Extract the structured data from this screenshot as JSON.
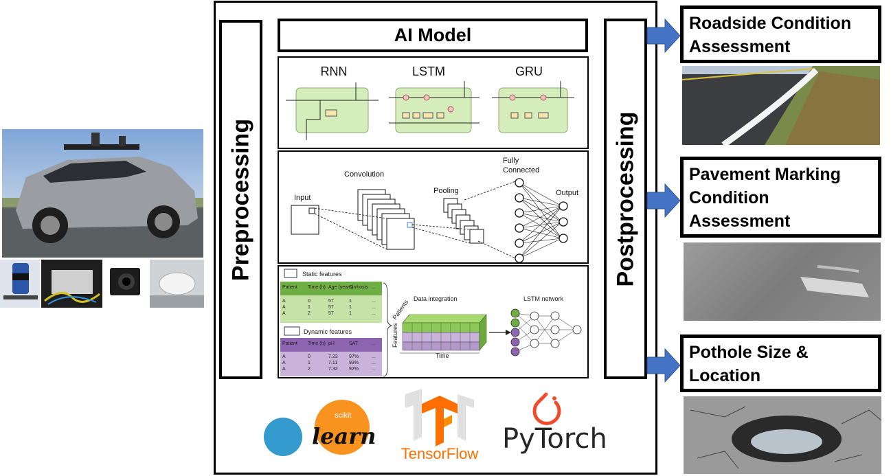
{
  "ai_model": {
    "title": "AI Model"
  },
  "stages": {
    "preprocessing": "Preprocessing",
    "postprocessing": "Postprocessing"
  },
  "rnn_panel": {
    "labels": [
      "RNN",
      "LSTM",
      "GRU"
    ]
  },
  "cnn_panel": {
    "input": "Input",
    "convolution": "Convolution",
    "pooling": "Pooling",
    "fully_connected_1": "Fully",
    "fully_connected_2": "Connected",
    "output": "Output"
  },
  "integration_panel": {
    "static_title": "Static features",
    "static_headers": [
      "Patient",
      "Time (h)",
      "Age (years)",
      "Cirrhosis",
      "..."
    ],
    "static_rows": [
      [
        "A",
        "0",
        "57",
        "1",
        "..."
      ],
      [
        "A",
        "1",
        "57",
        "1",
        "..."
      ],
      [
        "A",
        "2",
        "57",
        "1",
        "..."
      ]
    ],
    "dynamic_title": "Dynamic features",
    "dynamic_headers": [
      "Patient",
      "Time (h)",
      "pH",
      "SAT",
      "..."
    ],
    "dynamic_rows": [
      [
        "A",
        "0",
        "7.23",
        "97%",
        "..."
      ],
      [
        "A",
        "1",
        "7.11",
        "93%",
        "..."
      ],
      [
        "A",
        "2",
        "7.32",
        "92%",
        "..."
      ]
    ],
    "data_integration": "Data integration",
    "lstm_network": "LSTM network",
    "patients_axis": "Patients",
    "features_axis": "Features",
    "time_axis": "Time"
  },
  "logos": {
    "scikit_small": "scikit",
    "scikit_large": "learn",
    "tensorflow": "TensorFlow",
    "pytorch": "PyTorch"
  },
  "outputs": {
    "roadside": [
      "Roadside Condition",
      "Assessment"
    ],
    "pavement": [
      "Pavement Marking",
      "Condition",
      "Assessment"
    ],
    "pothole": [
      "Pothole Size &",
      "Location"
    ]
  },
  "colors": {
    "arrow": "#4472c4",
    "rnn_cell": "#d4edbb",
    "static_table": "#c6e2a6",
    "dynamic_table": "#c9b3db",
    "scikit_orange": "#f7931e",
    "scikit_blue": "#3499cd",
    "tensorflow_orange": "#ff6f00",
    "pytorch_orange": "#ee4c2c"
  }
}
